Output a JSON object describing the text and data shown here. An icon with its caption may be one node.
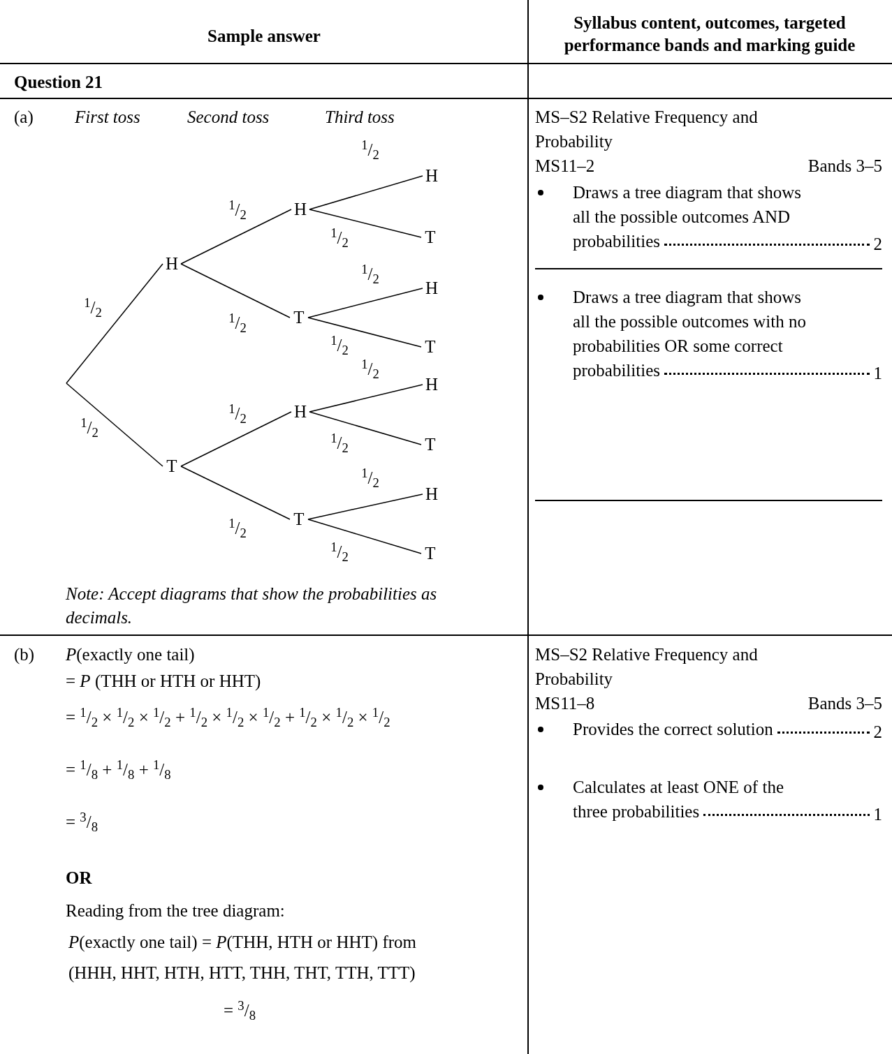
{
  "diagram": {
    "nodes": [
      {
        "text": [
          "H"
        ]
      },
      {
        "text": [
          "T"
        ]
      },
      {
        "text": [
          "H"
        ]
      },
      {
        "text": [
          "T"
        ]
      },
      {
        "text": [
          "H"
        ]
      },
      {
        "text": [
          "T"
        ]
      },
      {
        "text": [
          "H"
        ]
      },
      {
        "text": [
          "T"
        ]
      },
      {
        "text": [
          "H"
        ]
      },
      {
        "text": [
          "T"
        ]
      },
      {
        "text": [
          "H"
        ]
      },
      {
        "text": [
          "T"
        ]
      },
      {
        "text": [
          "H"
        ]
      },
      {
        "text": [
          "T"
        ]
      },
      {
        "text": [
          "Draws a tree diagram that shows all the possible outcomes AND probabilities"
        ]
      },
      {
        "text": [
          "2"
        ]
      },
      {
        "text": [
          "Draws a tree diagram that shows all the possible outcomes with no probabilities OR some correct probabilities"
        ]
      },
      {
        "text": [
          "1"
        ]
      },
      {
        "text": [
          "Provides the correct solution"
        ]
      },
      {
        "text": [
          "2"
        ]
      },
      {
        "text": [
          "Calculates at least ONE of the three probabilities"
        ]
      },
      {
        "text": [
          "1"
        ]
      }
    ],
    "edges": [
      {
        "from": null,
        "to": 0,
        "arrow": "none",
        "label": "$^{1}$/$_{2}$"
      },
      {
        "from": null,
        "to": 1,
        "arrow": "none",
        "label": "$^{1}$/$_{2}$"
      },
      {
        "from": 0,
        "to": 2,
        "arrow": "none",
        "label": "$^{1}$/$_{2}$"
      },
      {
        "from": 0,
        "to": 3,
        "arrow": "none",
        "label": "$^{1}$/$_{2}$"
      },
      {
        "from": 1,
        "to": 4,
        "arrow": "none",
        "label": "$^{1}$/$_{2}$"
      },
      {
        "from": 1,
        "to": 5,
        "arrow": "none",
        "label": "$^{1}$/$_{2}$"
      },
      {
        "from": 2,
        "to": 6,
        "arrow": "none",
        "label": "$^{1}$/$_{2}$"
      },
      {
        "from": 2,
        "to": 7,
        "arrow": "none",
        "label": "$^{1}$/$_{2}$"
      },
      {
        "from": 3,
        "to": 8,
        "arrow": "none",
        "label": "$^{1}$/$_{2}$"
      },
      {
        "from": 3,
        "to": 9,
        "arrow": "none",
        "label": "$^{1}$/$_{2}$"
      },
      {
        "from": 4,
        "to": 10,
        "arrow": "none",
        "label": "$^{1}$/$_{2}$"
      },
      {
        "from": 4,
        "to": 11,
        "arrow": "none",
        "label": "$^{1}$/$_{2}$"
      },
      {
        "from": 5,
        "to": 12,
        "arrow": "none",
        "label": "$^{1}$/$_{2}$"
      },
      {
        "from": 5,
        "to": 13,
        "arrow": "none",
        "label": "$^{1}$/$_{2}$"
      },
      {
        "from": 14,
        "to": 15,
        "arrow": "none",
        "style": "dashed"
      },
      {
        "from": 16,
        "to": 17,
        "arrow": "none",
        "style": "dashed"
      },
      {
        "from": 18,
        "to": 19,
        "arrow": "none",
        "style": "dashed"
      },
      {
        "from": 20,
        "to": 21,
        "arrow": "none",
        "style": "dashed"
      }
    ],
    "labels": [
      "Sample answer",
      "Syllabus content, outcomes, targeted performance bands and marking guide",
      "Question 21",
      "(a)",
      "First toss",
      "Second toss",
      "Third toss",
      "MS–S2 Relative Frequency and Probability",
      "MS11–2",
      "Bands 3–5",
      "Note: Accept diagrams that show the probabilities as decimals.",
      "(b)",
      "*P*(exactly one tail)",
      "= *P* (THH or HTH or HHT)",
      "= $^{1}$/$_{2}$ × $^{1}$/$_{2}$ × $^{1}$/$_{2}$ + $^{1}$/$_{2}$ × $^{1}$/$_{2}$ × $^{1}$/$_{2}$ + $^{1}$/$_{2}$ × $^{1}$/$_{2}$ × $^{1}$/$_{2}$",
      "= $^{1}$/$_{8}$ + $^{1}$/$_{8}$ + $^{1}$/$_{8}$",
      "= $^{3}$/$_{8}$",
      "OR",
      "Reading from the tree diagram:",
      "*P*(exactly one tail) = *P*(THH, HTH or HHT) from",
      "(HHH, HHT, HTH, HTT, THH, THT, TTH, TTT)",
      "= $^{3}$/$_{8}$",
      "MS–S2 Relative Frequency and Probability",
      "MS11–8",
      "Bands 3–5"
    ]
  }
}
